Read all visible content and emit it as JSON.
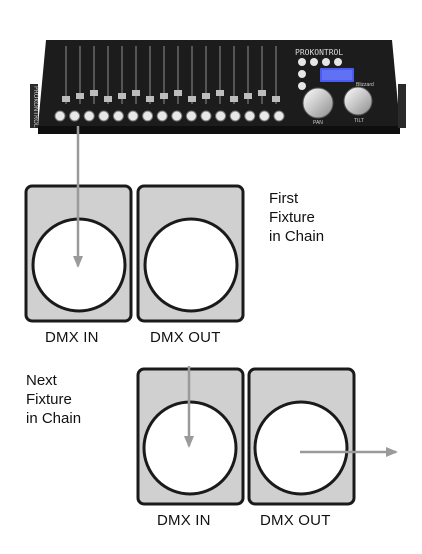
{
  "controller": {
    "brand_text": "PROKONTROL",
    "model_text": "Blizzard",
    "display_color": "#4a5cf0",
    "fader_count": 16,
    "knob_labels": [
      "PAN",
      "TILT"
    ]
  },
  "connectors": {
    "first_fixture": {
      "note": [
        "First",
        "Fixture",
        "in Chain"
      ],
      "in_label": "DMX IN",
      "out_label": "DMX OUT"
    },
    "next_fixture": {
      "note": [
        "Next",
        "Fixture",
        "in Chain"
      ],
      "in_label": "DMX IN",
      "out_label": "DMX OUT"
    }
  },
  "colors": {
    "panel_fill": "#d0d0d0",
    "panel_stroke": "#1a1a1a",
    "arrow": "#9a9a9a",
    "controller_body": "#1c1c1c"
  }
}
